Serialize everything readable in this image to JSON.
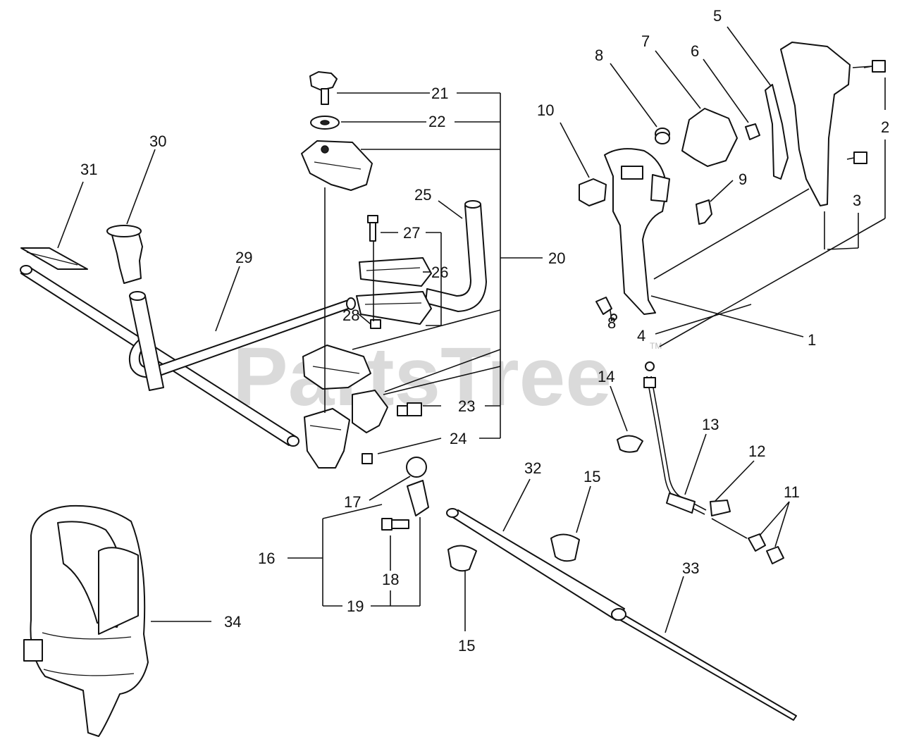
{
  "watermark": {
    "text": "PartsTree",
    "trademark": "TM"
  },
  "part_numbers": {
    "p1": "1",
    "p2": "2",
    "p3": "3",
    "p4": "4",
    "p5": "5",
    "p6": "6",
    "p7": "7",
    "p8a": "8",
    "p8b": "8",
    "p9": "9",
    "p10": "10",
    "p11": "11",
    "p12": "12",
    "p13": "13",
    "p14": "14",
    "p15a": "15",
    "p15b": "15",
    "p16": "16",
    "p17": "17",
    "p18": "18",
    "p19": "19",
    "p20": "20",
    "p21": "21",
    "p22": "22",
    "p23": "23",
    "p24": "24",
    "p25": "25",
    "p26": "26",
    "p27": "27",
    "p28": "28",
    "p29": "29",
    "p30": "30",
    "p31": "31",
    "p32": "32",
    "p33": "33",
    "p34": "34"
  }
}
